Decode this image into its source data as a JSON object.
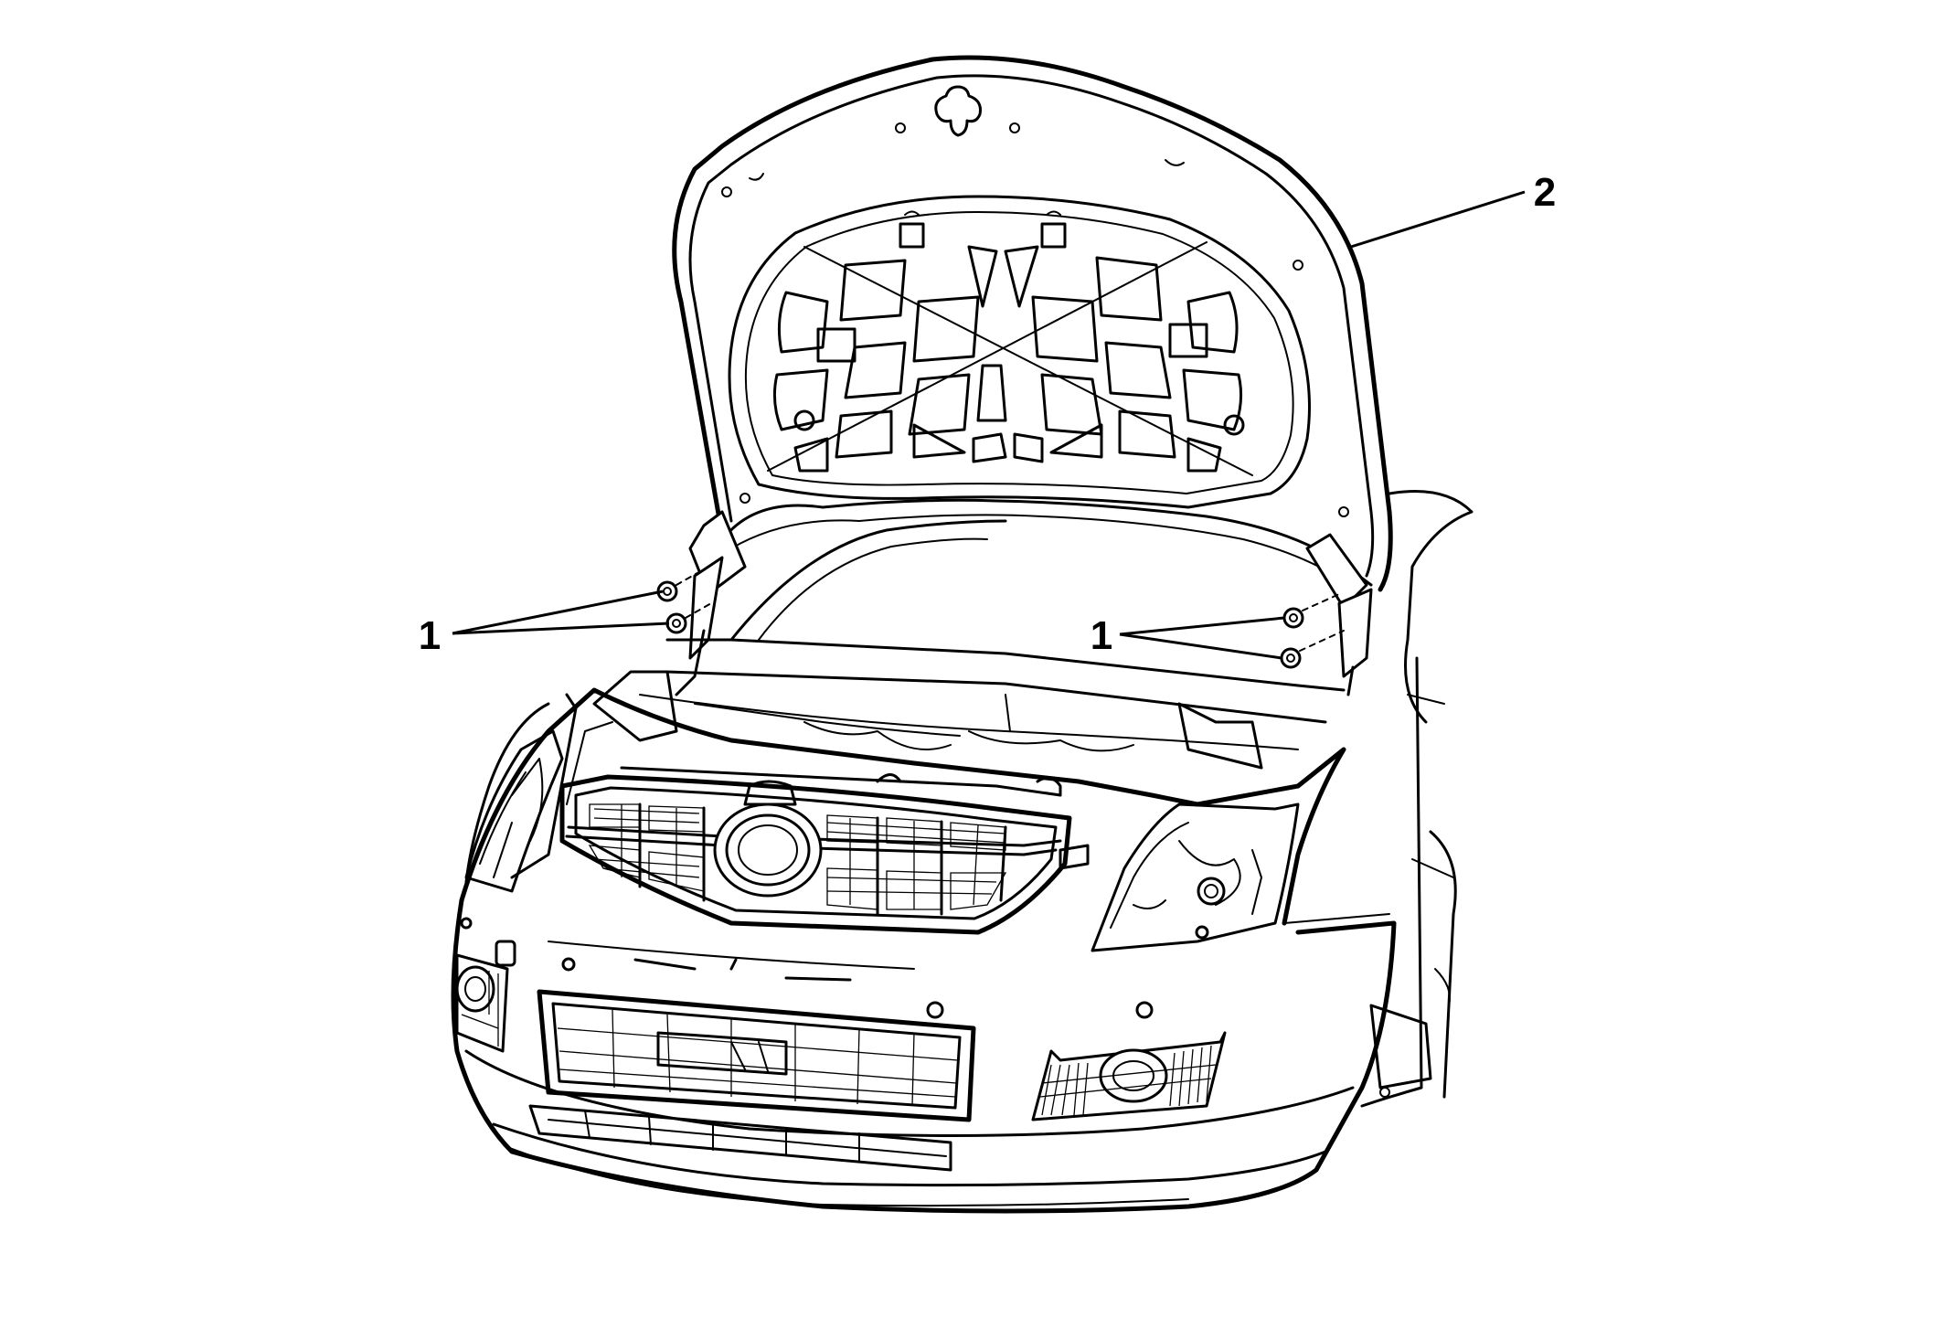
{
  "callouts": {
    "hinge_bolts_left": "1",
    "hinge_bolts_right": "1",
    "hood": "2"
  }
}
